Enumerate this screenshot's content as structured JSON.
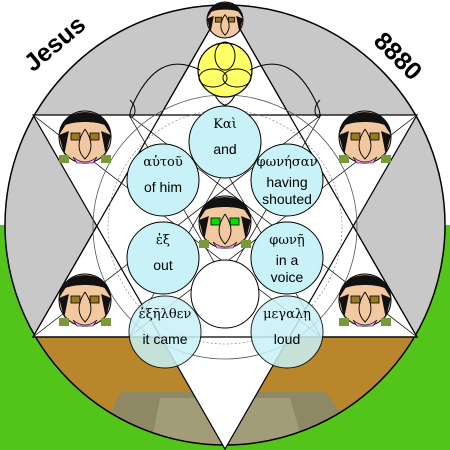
{
  "title": "Jesus",
  "number": "8880",
  "circles": [
    {
      "greek": "Καὶ",
      "english": "and"
    },
    {
      "greek": "φωνήσαν",
      "english": "having shouted",
      "english_lines": [
        "having",
        "shouted"
      ]
    },
    {
      "greek": "φωνῇ",
      "english": "in a voice",
      "english_lines": [
        "in a",
        "voice"
      ]
    },
    {
      "greek": "μεγαλῃ",
      "english": "loud"
    },
    {
      "greek": "ἐξῆλθεν",
      "english": "it came"
    },
    {
      "greek": "ἐξ",
      "english": "out"
    },
    {
      "greek": "αὐτοῦ",
      "english": "of him"
    }
  ],
  "colors": {
    "sky": "#ffffff",
    "grass": "#52c41a",
    "disc_ring": "#c8c8c8",
    "earth": "#b8862b",
    "word_circle": "#c8f2f7",
    "halo": "#ffff66",
    "skin": "#f1c8a0",
    "hair": "#111111",
    "eye": "#9a7a20",
    "center_eye": "#00e000",
    "collar": "#ff99ff"
  }
}
